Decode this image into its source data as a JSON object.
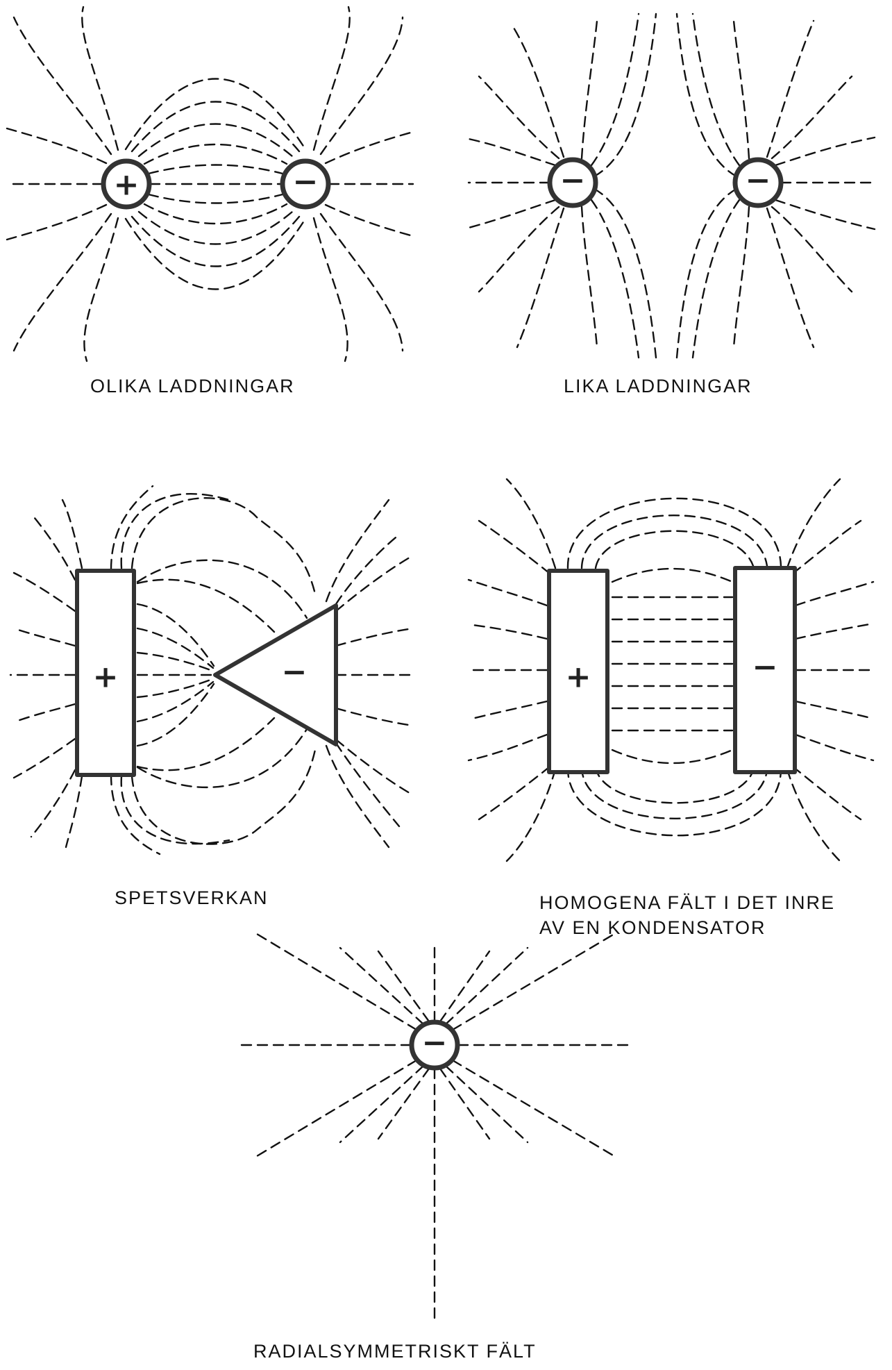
{
  "panels": {
    "olika": {
      "caption": "OLIKA LADDNINGAR",
      "charges": [
        "+",
        "−"
      ]
    },
    "lika": {
      "caption": "LIKA LADDNINGAR",
      "charges": [
        "−",
        "−"
      ]
    },
    "spets": {
      "caption": "SPETSVERKAN",
      "plate_sign": "+",
      "tip_sign": "−"
    },
    "kondensator": {
      "caption_line1": "HOMOGENA FÄLT I DET INRE",
      "caption_line2": "AV EN KONDENSATOR",
      "plate_signs": [
        "+",
        "−"
      ]
    },
    "radial": {
      "caption": "RADIALSYMMETRISKT FÄLT",
      "charge": "−"
    }
  }
}
